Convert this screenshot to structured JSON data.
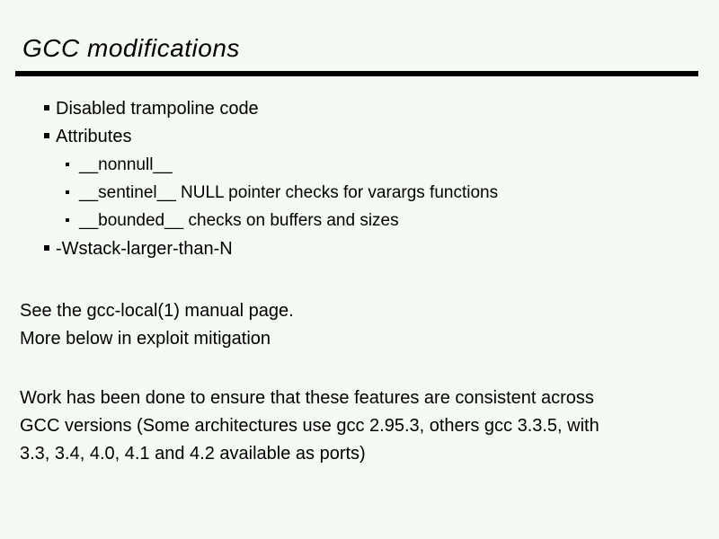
{
  "slide": {
    "title": "GCC modifications",
    "bullets": [
      {
        "level": 1,
        "text": "Disabled trampoline code"
      },
      {
        "level": 1,
        "text": "Attributes"
      },
      {
        "level": 2,
        "text": "__nonnull__"
      },
      {
        "level": 2,
        "text": "__sentinel__ NULL pointer checks for varargs functions"
      },
      {
        "level": 2,
        "text": "__bounded__ checks on buffers and sizes"
      },
      {
        "level": 1,
        "text": "-Wstack-larger-than-N"
      }
    ],
    "notes": [
      "See the gcc-local(1) manual page.",
      "More below in exploit mitigation"
    ],
    "paragraph_lines": [
      "Work has been done to ensure that these features are consistent across",
      "GCC versions (Some architectures use gcc 2.95.3, others gcc 3.3.5, with",
      "3.3, 3.4, 4.0, 4.1 and 4.2 available as ports)"
    ],
    "colors": {
      "background": "#f6faf4",
      "text": "#000000",
      "rule": "#000000"
    }
  }
}
